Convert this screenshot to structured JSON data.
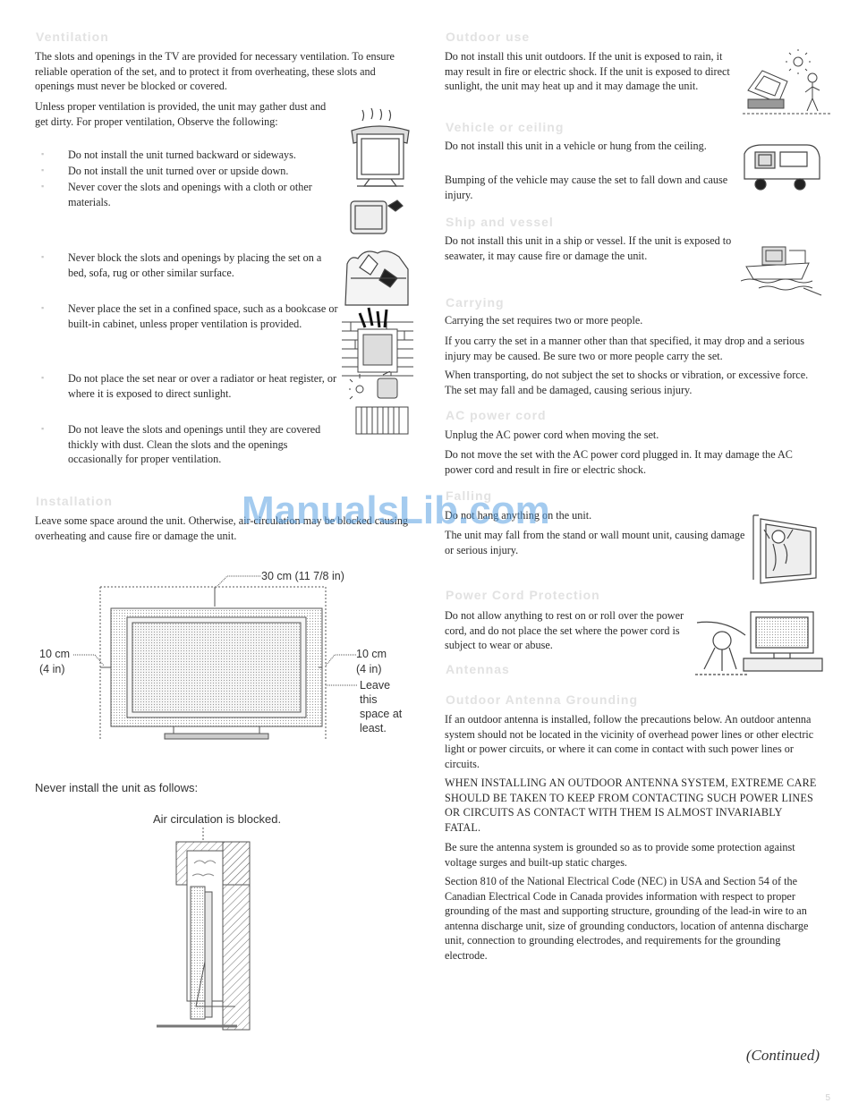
{
  "left": {
    "heading1": "Ventilation",
    "p1": "The slots and openings in the TV are provided for necessary ventilation. To ensure reliable operation of the set, and to protect it from overheating, these slots and openings must never be blocked or covered.",
    "p2": "Unless proper ventilation is provided, the unit may gather dust and get dirty. For proper ventilation, Observe the following:",
    "bullets": [
      "Do not install the unit turned backward or sideways.",
      "Do not install the unit turned over or upside down.",
      "Never cover the slots and openings with a cloth or other materials.",
      "Never block the slots and openings by placing the set on a bed, sofa, rug or other similar surface.",
      "Never place the set in a confined space, such as a bookcase or built-in cabinet, unless proper ventilation is provided.",
      "Do not place the set near or over a radiator or heat register, or where it is exposed to direct sunlight.",
      "Do not leave the slots and openings until they are covered thickly with dust. Clean the slots and the openings occasionally for proper ventilation."
    ],
    "heading2": "Installation",
    "p3": "Leave some space around the unit. Otherwise, air-circulation may be blocked causing overheating and cause fire or damage the unit.",
    "diagram": {
      "top": "30 cm (11 7/8 in)",
      "left1": "10 cm",
      "left2": "(4 in)",
      "right1": "10 cm",
      "right2": "(4 in)",
      "leave1": "Leave",
      "leave2": "this",
      "leave3": "space at",
      "leave4": "least."
    },
    "never_install": "Never install the unit as follows:",
    "air_blocked": "Air circulation is blocked."
  },
  "right": {
    "h_outdoor": "Outdoor use",
    "p_outdoor": "Do not install this unit outdoors. If the unit is exposed to rain, it may result in fire or electric shock. If the unit is exposed to direct sunlight, the unit may heat up and it may damage the unit.",
    "h_vehicle": "Vehicle or ceiling",
    "p_vehicle1": "Do not install this unit in a vehicle or hung from the ceiling.",
    "p_vehicle2": "Bumping of the vehicle may cause the set to fall down and cause injury.",
    "h_ship": "Ship and vessel",
    "p_ship": "Do not install this unit in a ship or vessel. If the unit is exposed to seawater, it may cause fire or damage the unit.",
    "h_carry": "Carrying",
    "p_carry1": "Carrying the set requires two or more people.",
    "p_carry2": "If you carry the set in a manner other than that specified, it may drop and a serious injury may be caused. Be sure two or more people carry the set.",
    "p_carry3": "When transporting, do not subject the set to shocks or vibration, or excessive force. The set may fall and be damaged, causing serious injury.",
    "h_ac": "AC power cord",
    "p_ac1": "Unplug the AC power cord when moving the set.",
    "p_ac2": "Do not move the set with the AC power cord plugged in. It may damage the AC power cord and result in fire or electric shock.",
    "h_fall": "Falling",
    "p_fall1": "Do not hang anything on the unit.",
    "p_fall2": "The unit may fall from the stand or wall mount unit, causing damage or serious injury.",
    "h_cord": "Power Cord Protection",
    "p_cord": "Do not allow anything to rest on or roll over the power cord, and do not place the set where the power cord is subject to wear or abuse.",
    "h_antenna": "Antennas",
    "h_ground": "Outdoor Antenna Grounding",
    "p_ground1": "If an outdoor antenna is installed, follow the precautions below. An outdoor antenna system should not be located in the vicinity of overhead power lines or other electric light or power circuits, or where it can come in contact with such power lines or circuits.",
    "p_ground2": "WHEN INSTALLING AN OUTDOOR ANTENNA SYSTEM, EXTREME CARE SHOULD BE TAKEN TO KEEP FROM CONTACTING SUCH POWER LINES OR CIRCUITS AS CONTACT WITH THEM IS ALMOST INVARIABLY FATAL.",
    "p_ground3": "Be sure the antenna system is grounded so as to provide some protection against voltage surges and built-up static charges.",
    "p_ground4": "Section 810 of the National Electrical Code (NEC) in USA and Section 54 of the Canadian Electrical Code in Canada provides information with respect to proper grounding of the mast and supporting structure, grounding of the lead-in wire to an antenna discharge unit, size of grounding conductors, location of antenna discharge unit, connection to grounding electrodes, and requirements for the grounding electrode."
  },
  "watermark": "ManualsLib.com",
  "continued": "(Continued)",
  "page_number": "5"
}
